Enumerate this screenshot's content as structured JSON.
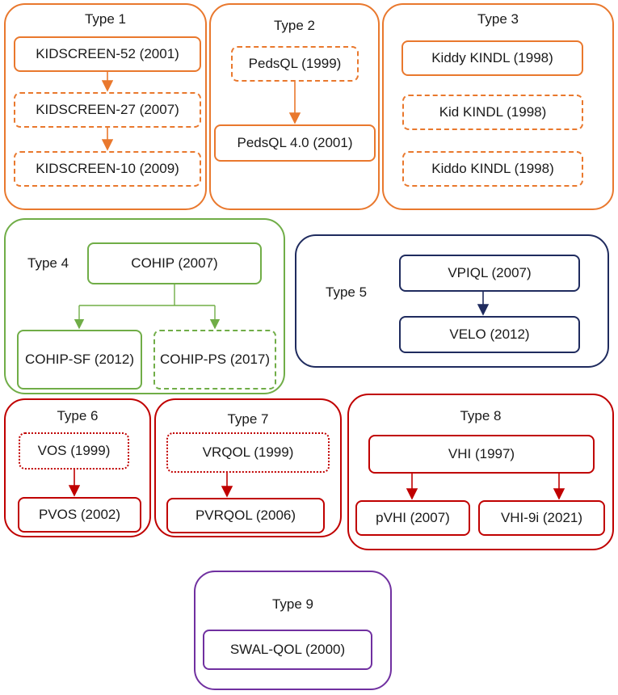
{
  "colors": {
    "orange": "#e9782d",
    "green": "#70ad47",
    "navy": "#1f2b5e",
    "red": "#c00000",
    "purple": "#7030a0"
  },
  "groups": {
    "type1": {
      "title": "Type 1",
      "nodes": [
        "KIDSCREEN-52 (2001)",
        "KIDSCREEN-27 (2007)",
        "KIDSCREEN-10 (2009)"
      ]
    },
    "type2": {
      "title": "Type 2",
      "nodes": [
        "PedsQL (1999)",
        "PedsQL 4.0 (2001)"
      ]
    },
    "type3": {
      "title": "Type 3",
      "nodes": [
        "Kiddy KINDL (1998)",
        "Kid KINDL (1998)",
        "Kiddo KINDL (1998)"
      ]
    },
    "type4": {
      "title": "Type 4",
      "nodes": [
        "COHIP (2007)",
        "COHIP-SF (2012)",
        "COHIP-PS (2017)"
      ]
    },
    "type5": {
      "title": "Type 5",
      "nodes": [
        "VPIQL (2007)",
        "VELO (2012)"
      ]
    },
    "type6": {
      "title": "Type 6",
      "nodes": [
        "VOS (1999)",
        "PVOS (2002)"
      ]
    },
    "type7": {
      "title": "Type 7",
      "nodes": [
        "VRQOL (1999)",
        "PVRQOL (2006)"
      ]
    },
    "type8": {
      "title": "Type 8",
      "nodes": [
        "VHI (1997)",
        "pVHI (2007)",
        "VHI-9i (2021)"
      ]
    },
    "type9": {
      "title": "Type 9",
      "nodes": [
        "SWAL-QOL (2000)"
      ]
    }
  }
}
